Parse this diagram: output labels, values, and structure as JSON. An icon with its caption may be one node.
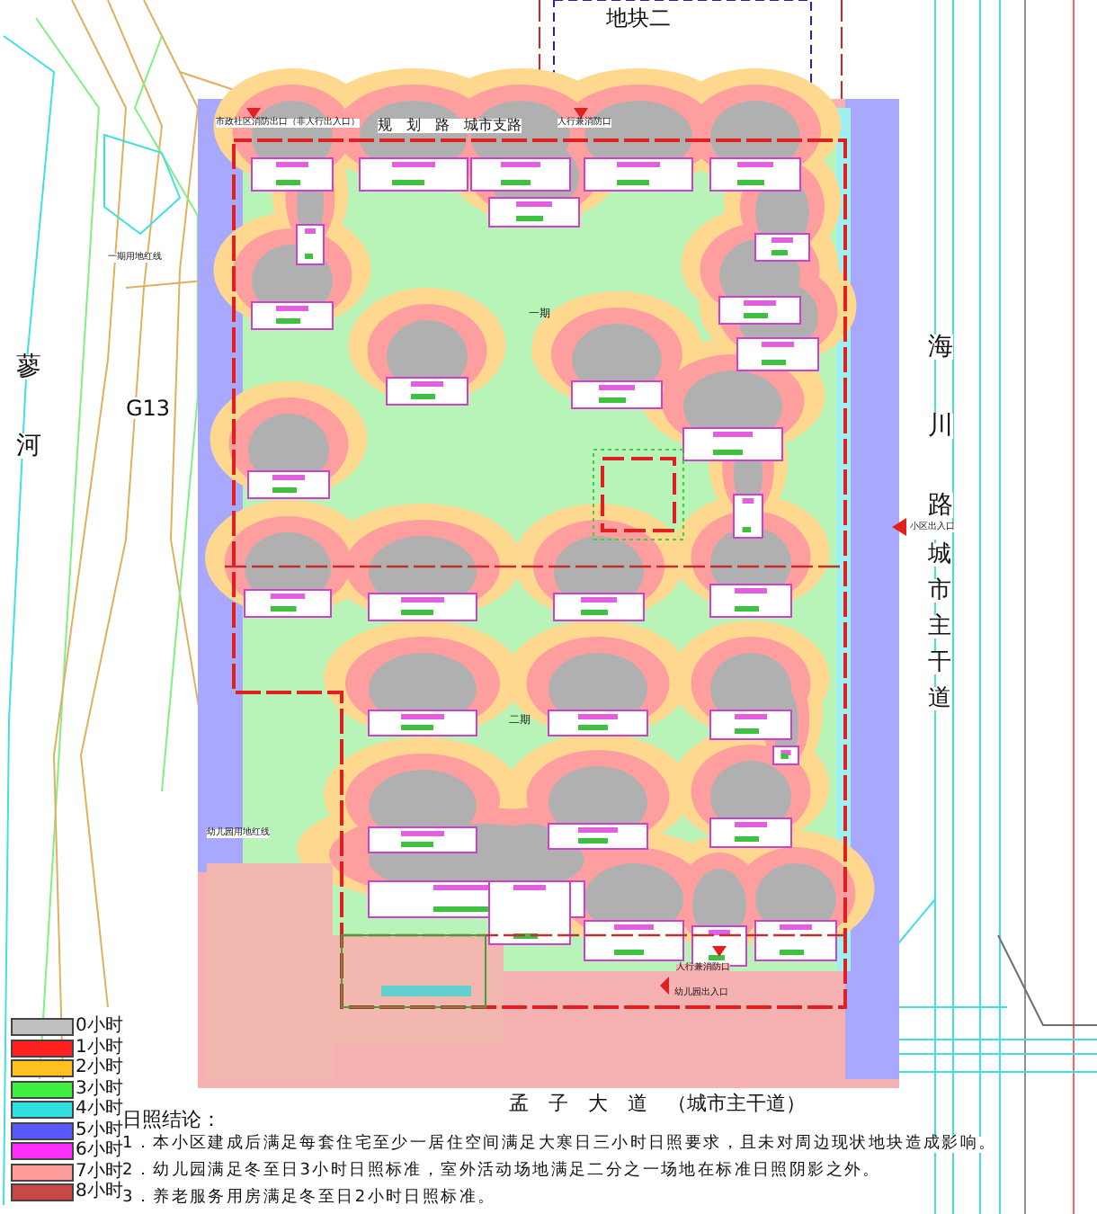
{
  "diagram": {
    "labels": [
      "地块二",
      "市政社区消防出口（非人行出入口）",
      "规　划　路　城市支路",
      "人行兼消防口",
      "一期用地红线",
      "蓼",
      "河",
      "G13",
      "一期",
      "海",
      "川",
      "路",
      "小区出入口",
      "城",
      "市",
      "主",
      "干",
      "道",
      "二期",
      "幼儿园用地红线",
      "人行兼消防口",
      "幼儿园出入口",
      "孟　子　大　道　（城市主干道）",
      "日照结论：",
      "1．本小区建成后满足每套住宅至少一居住空间满足大寒日三小时日照要求，且未对周边现状地块造成影响。",
      "2．幼儿园满足冬至日3小时日照标准，室外活动场地满足二分之一场地在标准日照阴影之外。",
      "3．养老服务用房满足冬至日2小时日照标准。"
    ],
    "legend": [
      {
        "text": "0小时",
        "color": "#c0c0c0"
      },
      {
        "text": "1小时",
        "color": "#ff2020"
      },
      {
        "text": "2小时",
        "color": "#ffc020"
      },
      {
        "text": "3小时",
        "color": "#40f040"
      },
      {
        "text": "4小时",
        "color": "#30e0e0"
      },
      {
        "text": "5小时",
        "color": "#5858ff"
      },
      {
        "text": "6小时",
        "color": "#ff30ff"
      },
      {
        "text": "7小时",
        "color": "#ff9c9c"
      },
      {
        "text": "8小时",
        "color": "#c84848"
      }
    ]
  }
}
